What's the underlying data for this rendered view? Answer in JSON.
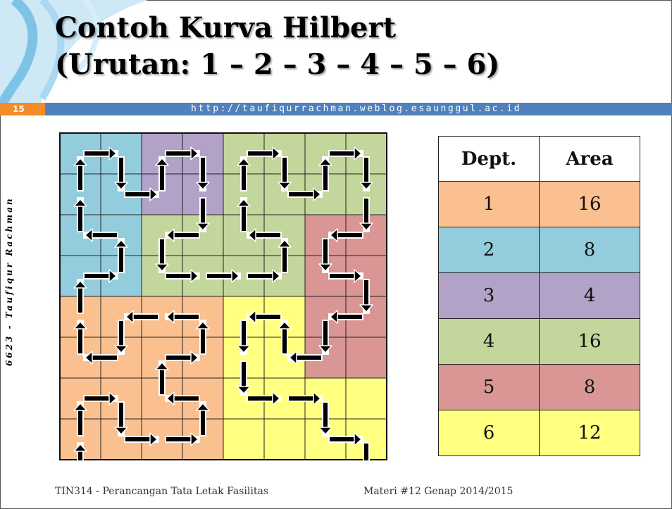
{
  "slide": {
    "title_line1": "Contoh Kurva Hilbert",
    "title_line2": "(Urutan: 1 – 2 – 3 – 4 – 5 – 6)",
    "number": "15",
    "url": "http://taufiqurrachman.weblog.esaunggul.ac.id",
    "side_label": "6623 - Taufiqur Rachman",
    "footer_left": "TIN314 - Perancangan Tata Letak Fasilitas",
    "footer_right": "Materi #12 Genap 2014/2015"
  },
  "colors": {
    "dept1": "#fac090",
    "dept2": "#93cddd",
    "dept3": "#b3a2c7",
    "dept4": "#c3d69b",
    "dept5": "#d99694",
    "dept6": "#ffff80",
    "header_bar": "#4f81bd",
    "number_box": "#f28c28"
  },
  "table": {
    "headers": [
      "Dept.",
      "Area"
    ],
    "rows": [
      {
        "dept": "1",
        "area": "16"
      },
      {
        "dept": "2",
        "area": "8"
      },
      {
        "dept": "3",
        "area": "4"
      },
      {
        "dept": "4",
        "area": "16"
      },
      {
        "dept": "5",
        "area": "8"
      },
      {
        "dept": "6",
        "area": "12"
      }
    ]
  },
  "layout_grid": {
    "size": 8,
    "cells": [
      [
        2,
        2,
        3,
        3,
        4,
        4,
        4,
        4
      ],
      [
        2,
        2,
        3,
        3,
        4,
        4,
        4,
        4
      ],
      [
        2,
        2,
        4,
        4,
        4,
        4,
        5,
        5
      ],
      [
        2,
        2,
        4,
        4,
        4,
        4,
        5,
        5
      ],
      [
        1,
        1,
        1,
        1,
        6,
        6,
        5,
        5
      ],
      [
        1,
        1,
        1,
        1,
        6,
        6,
        5,
        5
      ],
      [
        1,
        1,
        1,
        1,
        6,
        6,
        6,
        6
      ],
      [
        1,
        1,
        1,
        1,
        6,
        6,
        6,
        6
      ]
    ],
    "curve": [
      [
        7,
        0
      ],
      [
        6,
        0
      ],
      [
        6,
        1
      ],
      [
        7,
        1
      ],
      [
        7,
        2
      ],
      [
        7,
        3
      ],
      [
        6,
        3
      ],
      [
        6,
        2
      ],
      [
        5,
        2
      ],
      [
        5,
        3
      ],
      [
        4,
        3
      ],
      [
        4,
        2
      ],
      [
        4,
        1
      ],
      [
        5,
        1
      ],
      [
        5,
        0
      ],
      [
        4,
        0
      ],
      [
        3,
        0
      ],
      [
        3,
        1
      ],
      [
        2,
        1
      ],
      [
        2,
        0
      ],
      [
        1,
        0
      ],
      [
        0,
        0
      ],
      [
        0,
        1
      ],
      [
        1,
        1
      ],
      [
        1,
        2
      ],
      [
        0,
        2
      ],
      [
        0,
        3
      ],
      [
        1,
        3
      ],
      [
        2,
        3
      ],
      [
        2,
        2
      ],
      [
        3,
        2
      ],
      [
        3,
        3
      ],
      [
        3,
        4
      ],
      [
        3,
        5
      ],
      [
        2,
        5
      ],
      [
        2,
        4
      ],
      [
        1,
        4
      ],
      [
        0,
        4
      ],
      [
        0,
        5
      ],
      [
        1,
        5
      ],
      [
        1,
        6
      ],
      [
        0,
        6
      ],
      [
        0,
        7
      ],
      [
        1,
        7
      ],
      [
        2,
        7
      ],
      [
        2,
        6
      ],
      [
        3,
        6
      ],
      [
        3,
        7
      ],
      [
        4,
        7
      ],
      [
        4,
        6
      ],
      [
        5,
        6
      ],
      [
        5,
        5
      ],
      [
        4,
        5
      ],
      [
        4,
        4
      ],
      [
        5,
        4
      ],
      [
        6,
        4
      ],
      [
        6,
        5
      ],
      [
        6,
        6
      ],
      [
        7,
        6
      ],
      [
        7,
        7
      ]
    ]
  }
}
